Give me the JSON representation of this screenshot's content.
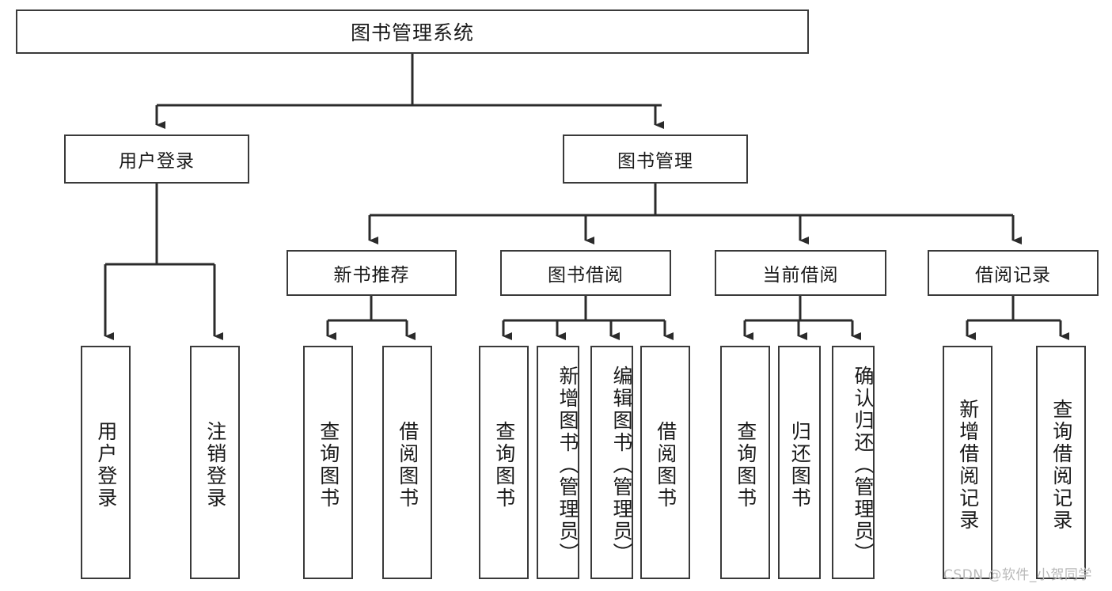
{
  "diagram": {
    "title": "图书管理系统",
    "type": "tree",
    "orientation": "top-down",
    "colors": {
      "box_border": "#3a3a3a",
      "box_fill": "#ffffff",
      "connector": "#2b2b2b",
      "text": "#1a1a1a",
      "watermark": "#b9b9b9"
    },
    "root": {
      "label": "图书管理系统",
      "children": [
        {
          "label": "用户登录",
          "children": [
            {
              "label": "用户登录"
            },
            {
              "label": "注销登录"
            }
          ]
        },
        {
          "label": "图书管理",
          "children": [
            {
              "label": "新书推荐",
              "children": [
                {
                  "label": "查询图书"
                },
                {
                  "label": "借阅图书"
                }
              ]
            },
            {
              "label": "图书借阅",
              "children": [
                {
                  "label": "查询图书"
                },
                {
                  "label": "新增图书（管理员）"
                },
                {
                  "label": "编辑图书（管理员）"
                },
                {
                  "label": "借阅图书"
                }
              ]
            },
            {
              "label": "当前借阅",
              "children": [
                {
                  "label": "查询图书"
                },
                {
                  "label": "归还图书"
                },
                {
                  "label": "确认归还（管理员）"
                }
              ]
            },
            {
              "label": "借阅记录",
              "children": [
                {
                  "label": "新增借阅记录"
                },
                {
                  "label": "查询借阅记录"
                }
              ]
            }
          ]
        }
      ]
    }
  },
  "watermark": {
    "text": "CSDN @软件_小贺同学"
  }
}
